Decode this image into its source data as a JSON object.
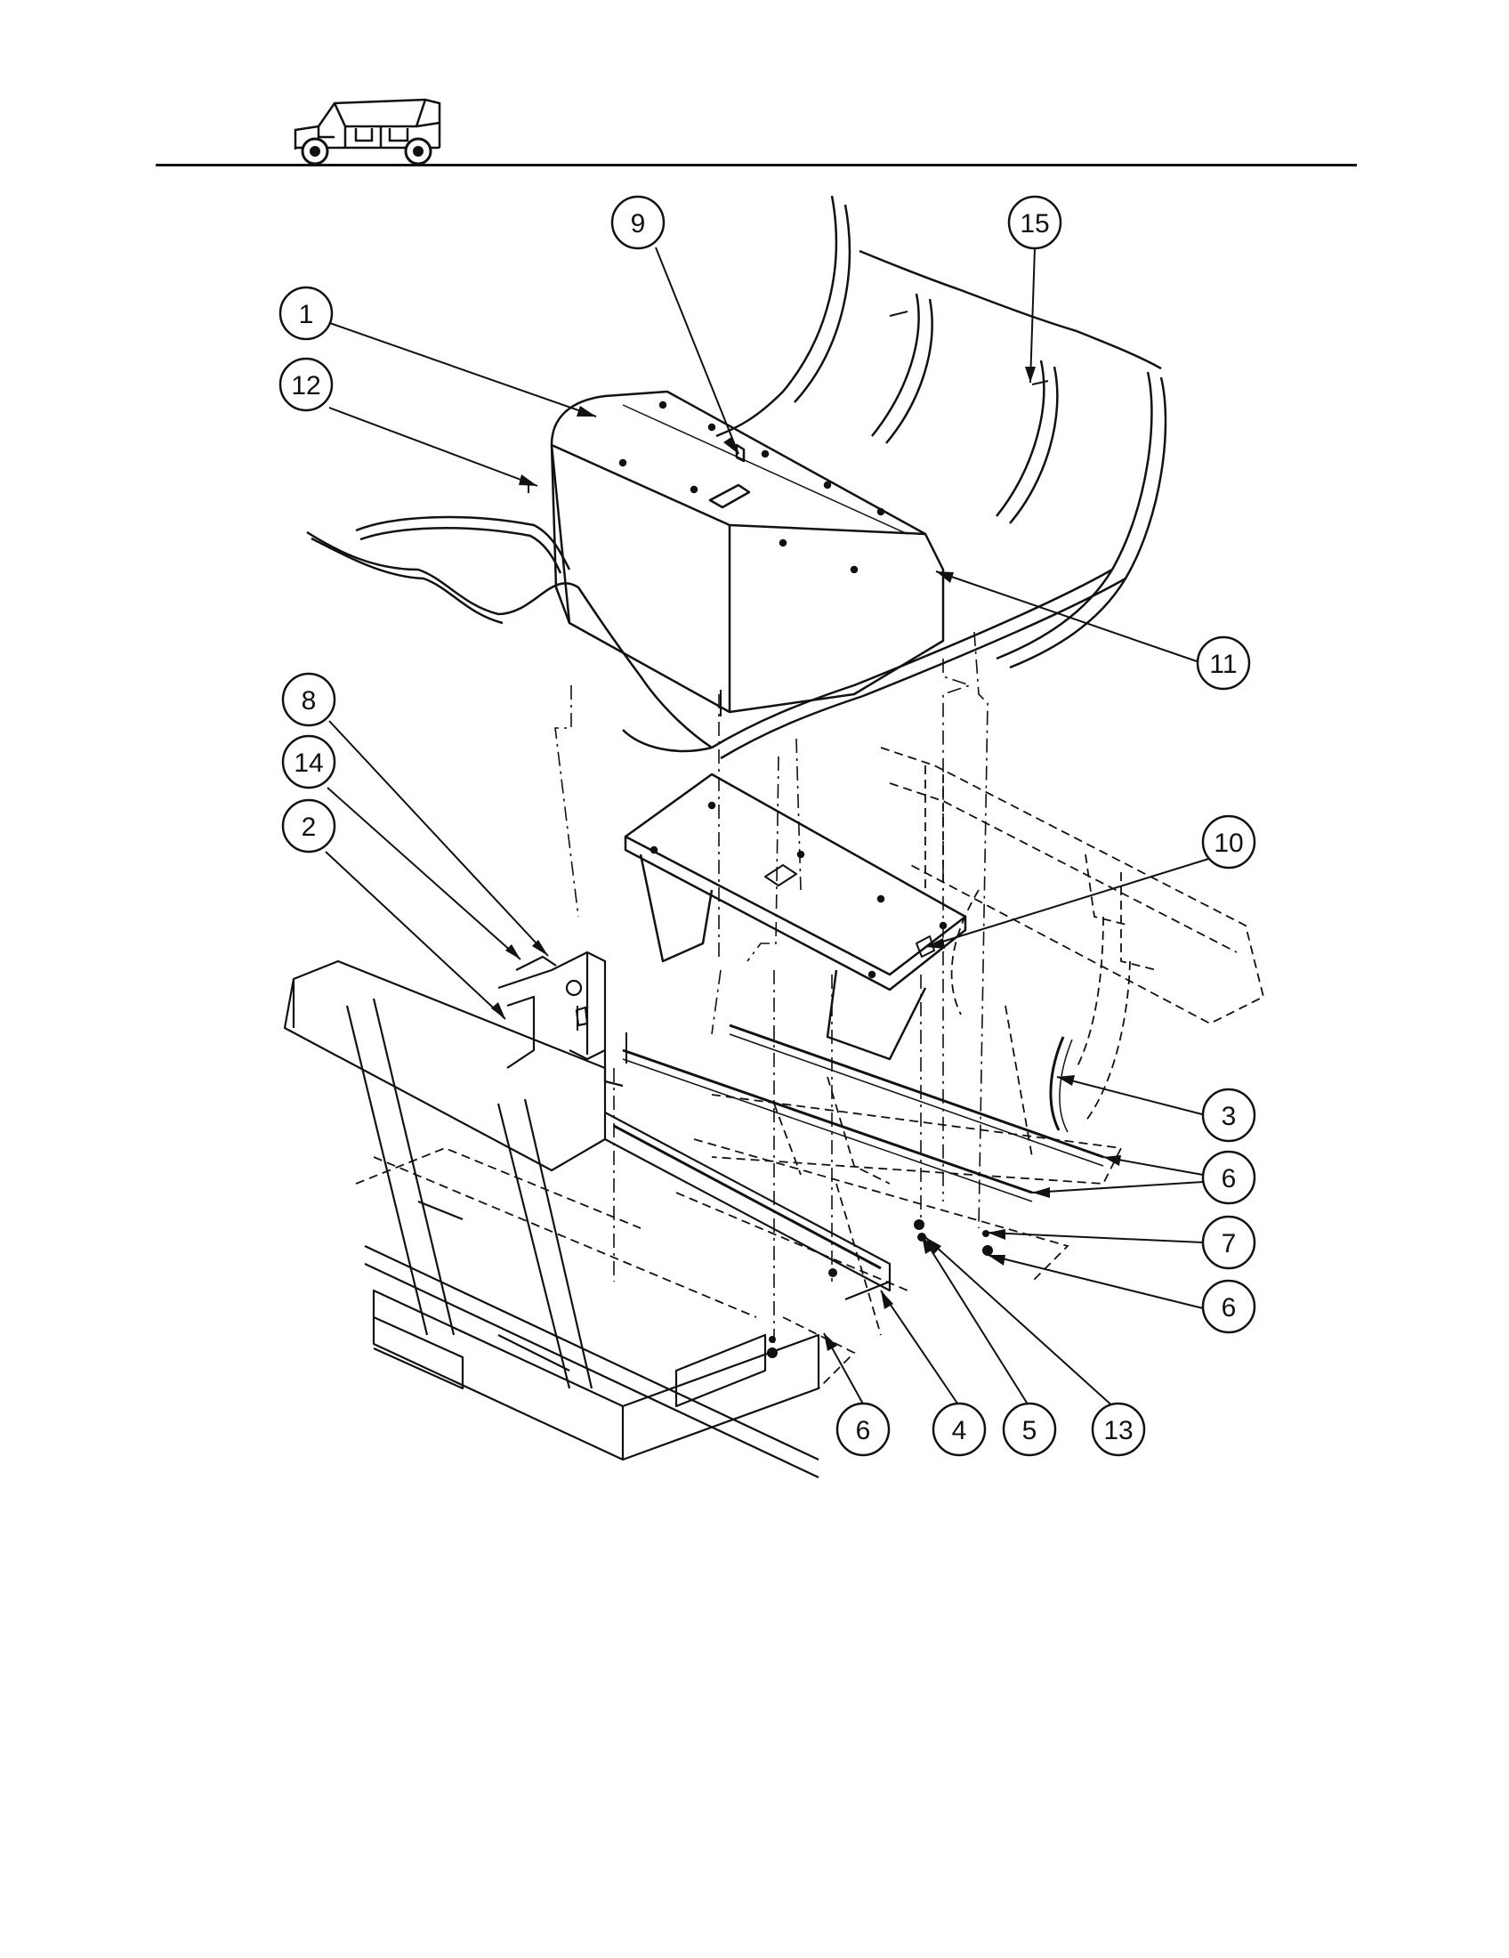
{
  "header": {
    "logo_icon": "utility-vehicle-icon"
  },
  "diagram": {
    "callouts": [
      {
        "id": "c1",
        "label": "1"
      },
      {
        "id": "c12",
        "label": "12"
      },
      {
        "id": "c9",
        "label": "9"
      },
      {
        "id": "c15",
        "label": "15"
      },
      {
        "id": "c11",
        "label": "11"
      },
      {
        "id": "c8",
        "label": "8"
      },
      {
        "id": "c14",
        "label": "14"
      },
      {
        "id": "c2",
        "label": "2"
      },
      {
        "id": "c10",
        "label": "10"
      },
      {
        "id": "c3",
        "label": "3"
      },
      {
        "id": "c6a",
        "label": "6"
      },
      {
        "id": "c7",
        "label": "7"
      },
      {
        "id": "c6b",
        "label": "6"
      },
      {
        "id": "c6c",
        "label": "6"
      },
      {
        "id": "c4",
        "label": "4"
      },
      {
        "id": "c5",
        "label": "5"
      },
      {
        "id": "c13",
        "label": "13"
      }
    ]
  }
}
